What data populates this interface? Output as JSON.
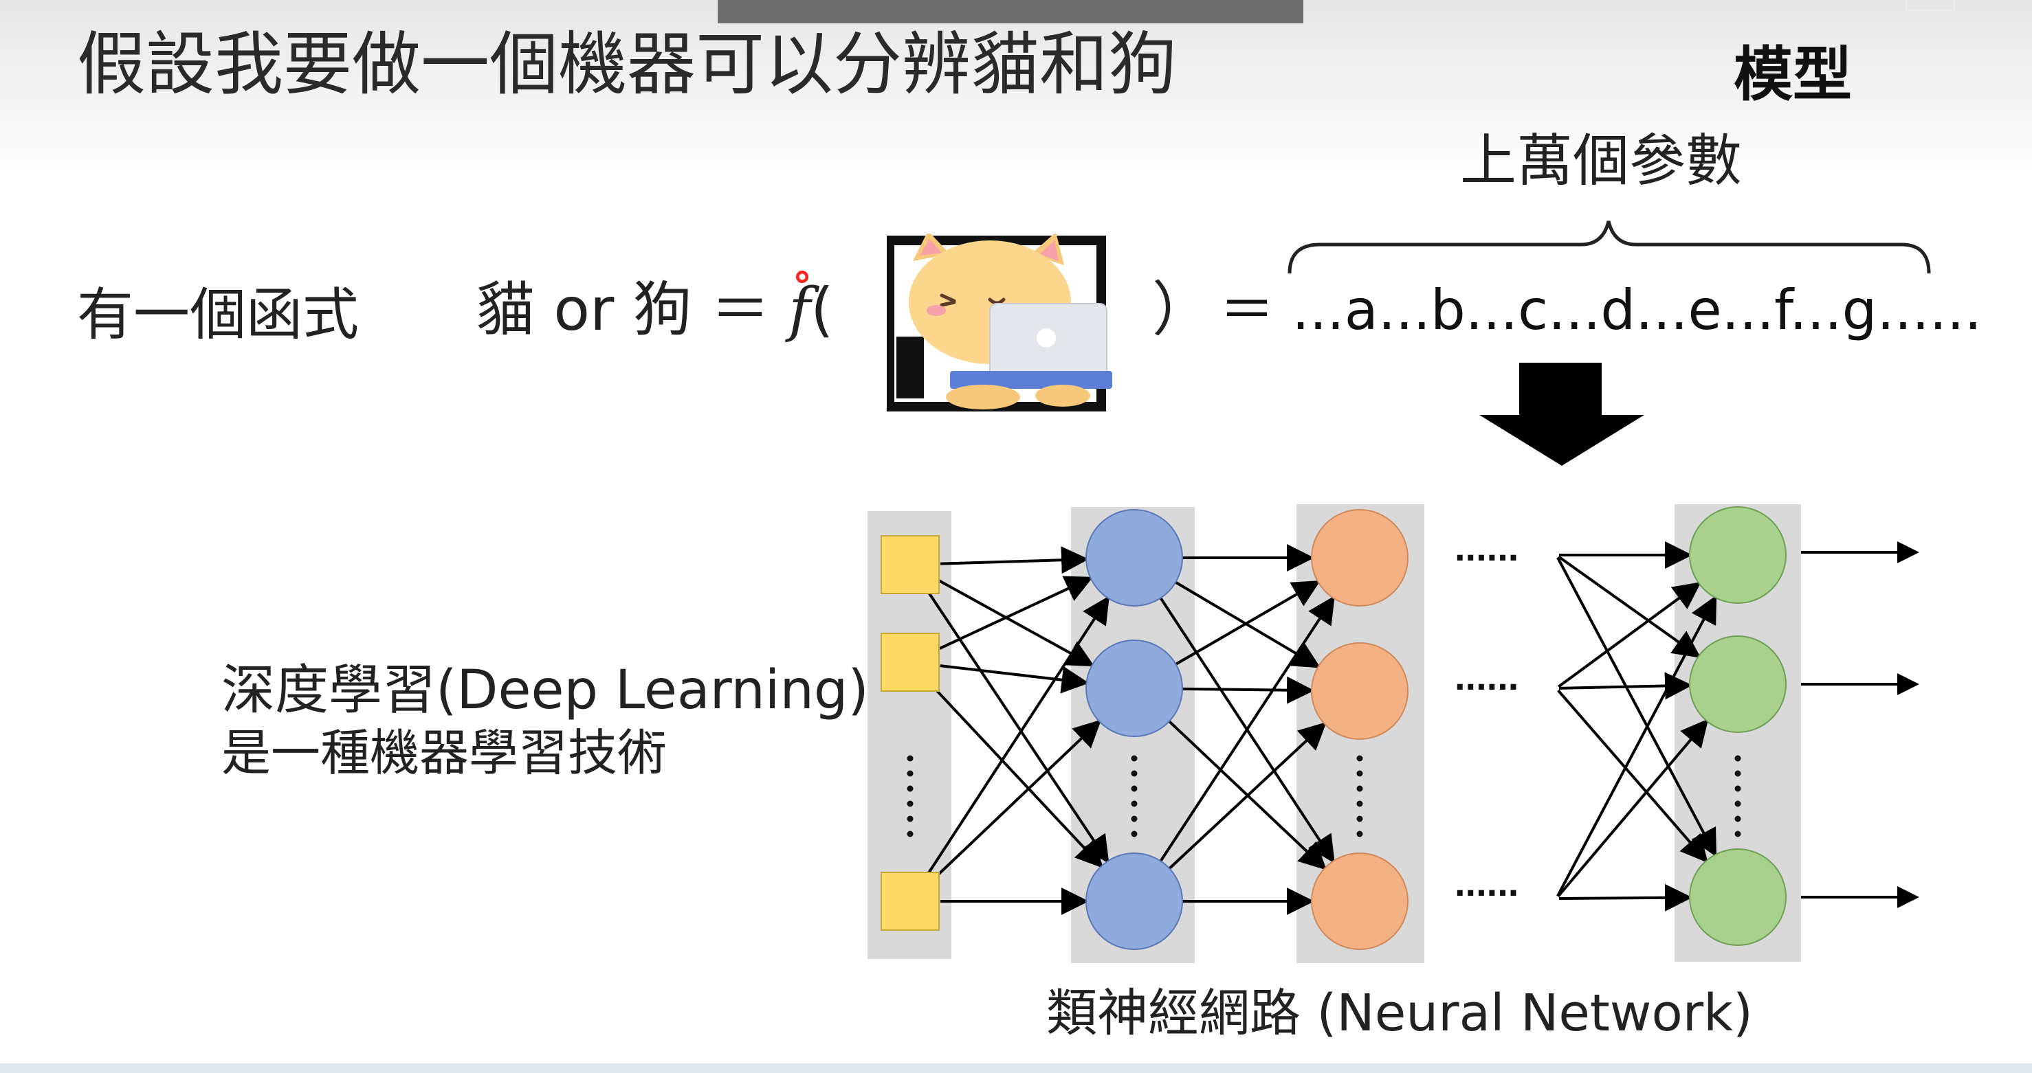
{
  "slide": {
    "title": "假設我要做一個機器可以分辨貓和狗",
    "model_label": "模型",
    "params_label": "上萬個參數",
    "function_label": "有一個函式",
    "equation_lhs": "貓 or 狗 ＝",
    "function_symbol": "f",
    "open_paren": "(",
    "close_paren": "）",
    "equals_rhs": "＝ ...a...b...c...d...e...f...g......",
    "deep_learning_line1": "深度學習(Deep Learning)",
    "deep_learning_line2": "是一種機器學習技術",
    "neural_network_label": "類神經網路 (Neural Network)"
  },
  "diagram": {
    "input_layer_color": "#FFD966",
    "hidden_layer_1_color": "#8FAADC",
    "hidden_layer_2_color": "#F4B183",
    "output_layer_color": "#A9D18E",
    "column_background": "#D9D9D9",
    "ellipsis_between_layers": "......",
    "down_arrow_color": "#000000"
  },
  "icons": {
    "cat_with_laptop": "cat-with-laptop-icon",
    "down_arrow": "down-arrow-icon",
    "brace": "curly-brace-icon",
    "laser_pointer": "laser-pointer-icon"
  }
}
